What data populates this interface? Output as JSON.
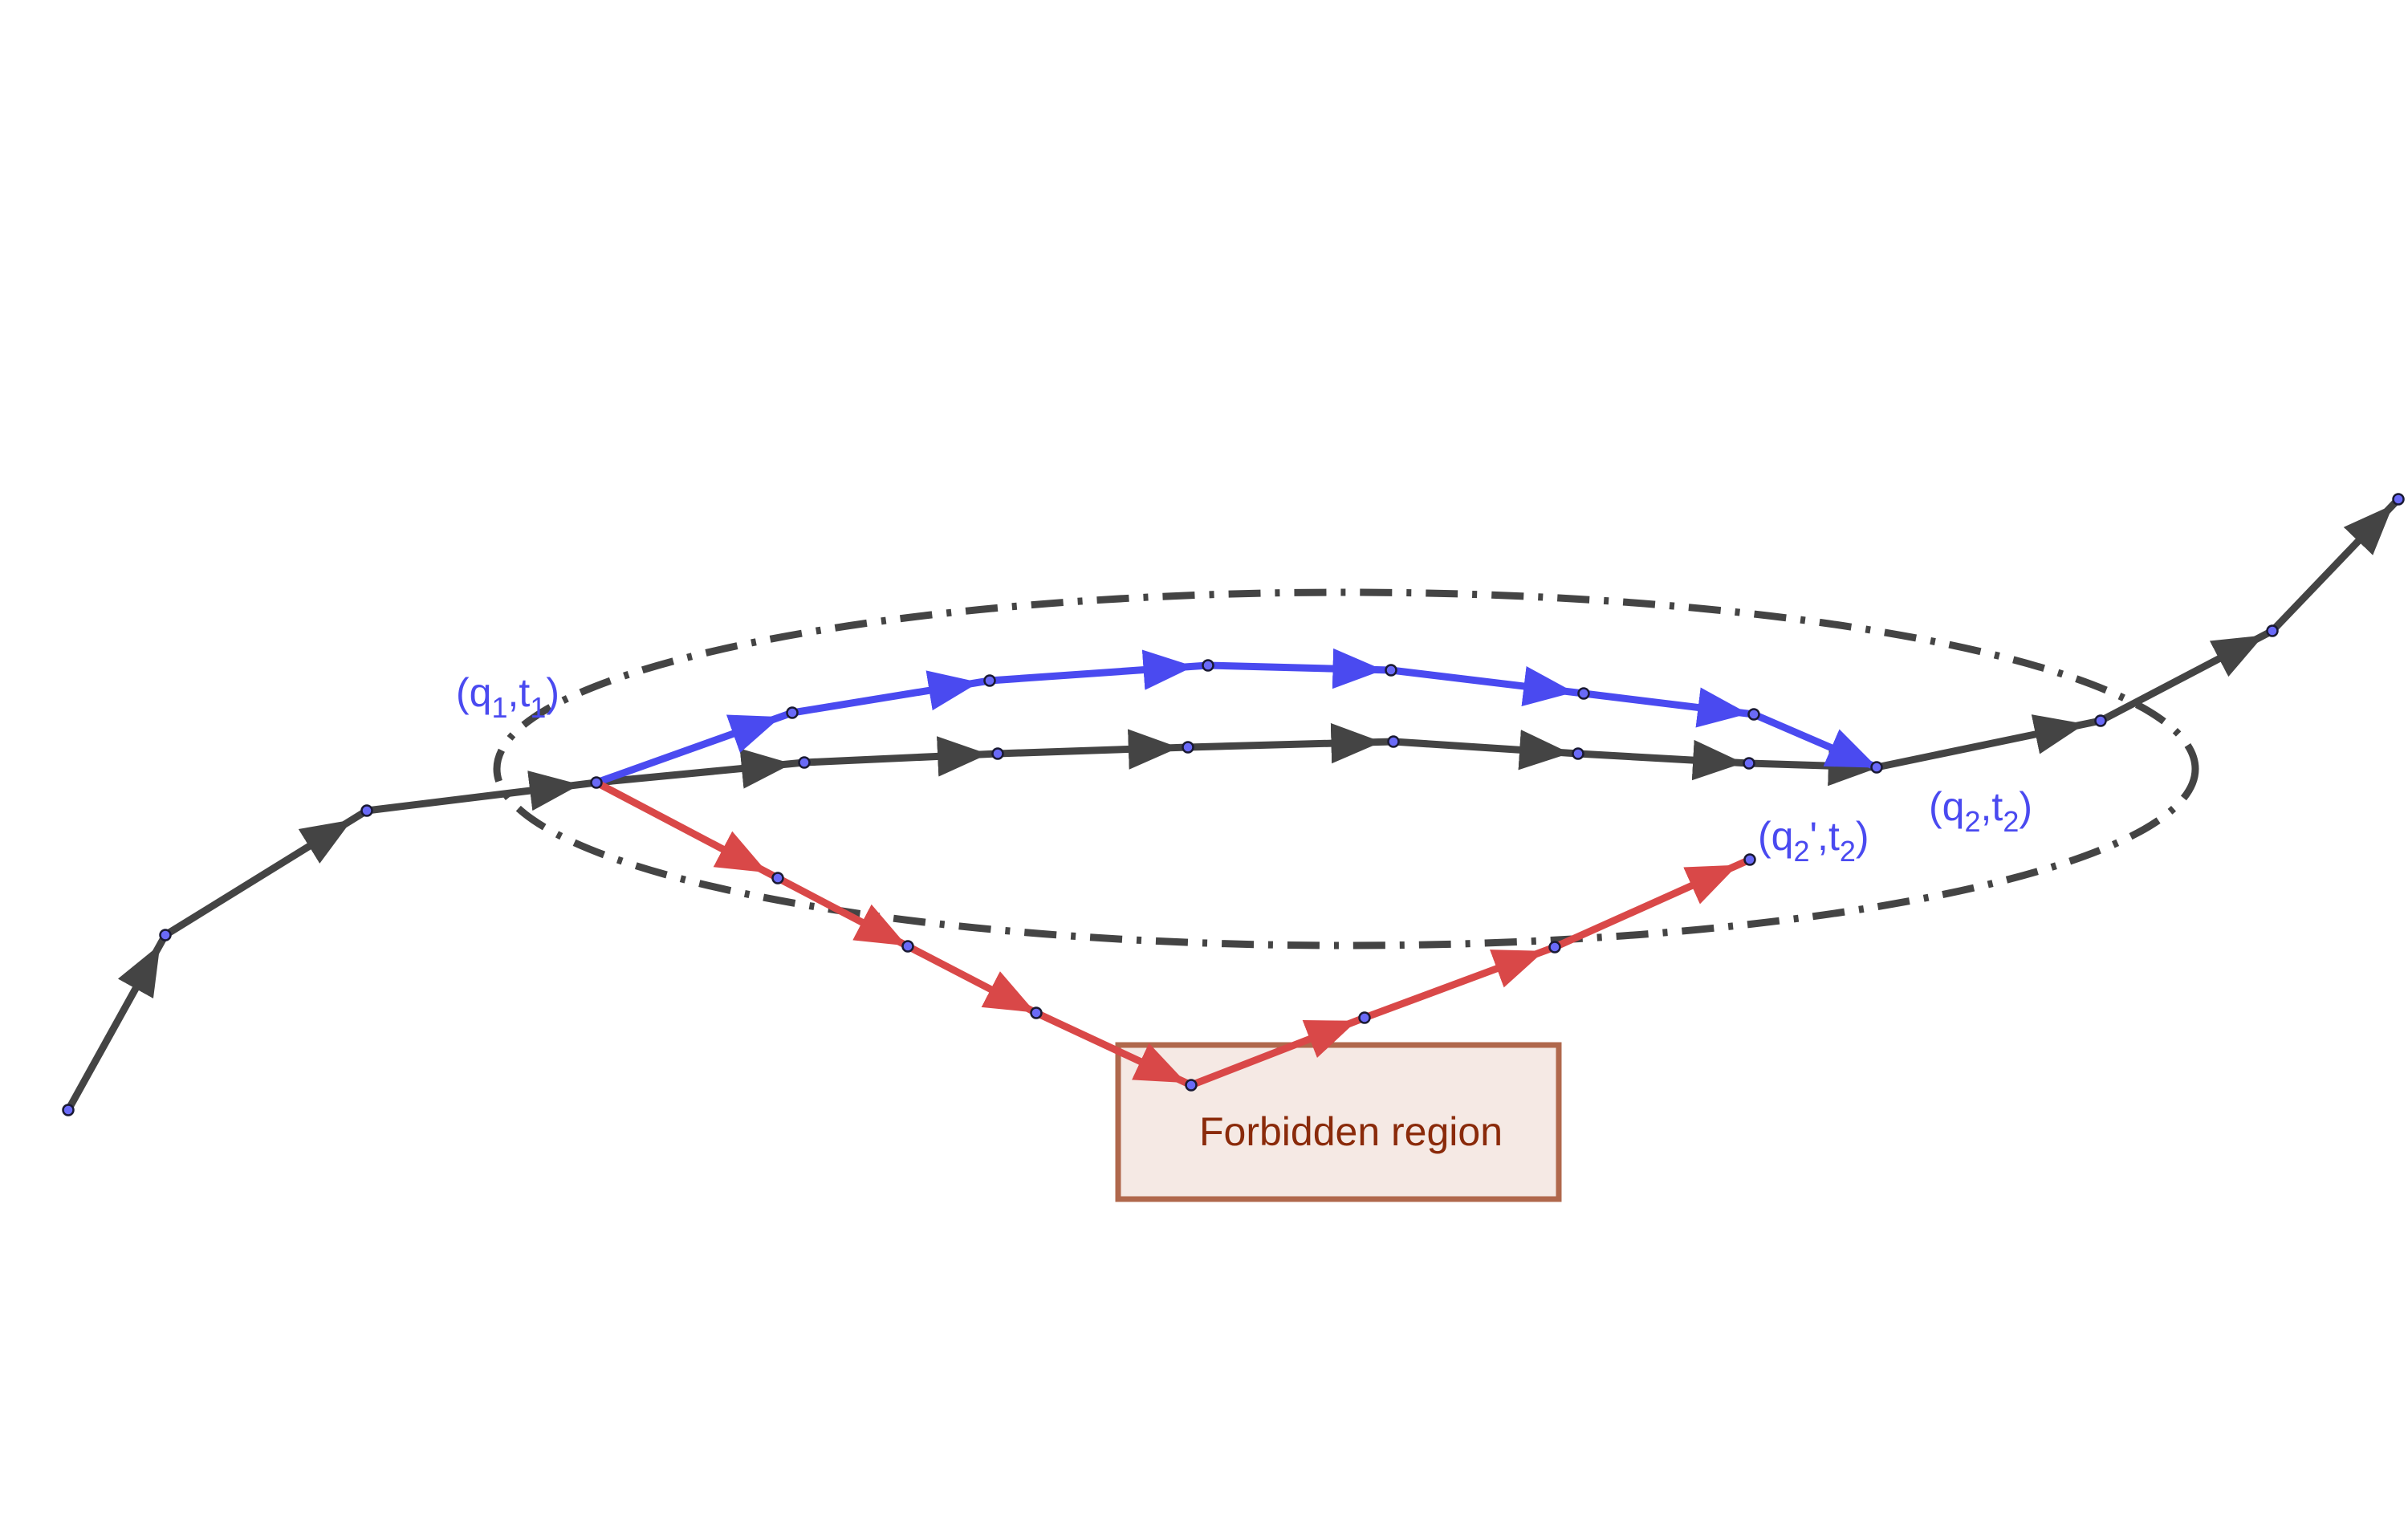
{
  "colors": {
    "main_path": "#444444",
    "alt_path_blue": "#4a4af0",
    "alt_path_red": "#d94848",
    "ellipse": "#444444",
    "node_fill": "#6a6af8",
    "node_stroke": "#1a1a33",
    "label_blue": "#4a4af0",
    "region_fill": "#f5e9e4",
    "region_stroke": "#b0684c",
    "region_text": "#8a2a0a"
  },
  "labels": {
    "start": {
      "q": "q",
      "q_sub": "1",
      "t": "t",
      "t_sub": "1"
    },
    "end": {
      "q": "q",
      "q_sub": "2",
      "t": "t",
      "t_sub": "2"
    },
    "end_alt": {
      "q": "q",
      "q_sub": "2",
      "prime": "'",
      "t": "t",
      "t_sub": "2"
    }
  },
  "forbidden_region": {
    "label": "Forbidden region"
  },
  "icons": {
    "ellipse": "dash-dot-ellipse",
    "node": "circle-node",
    "arrow": "triangle-arrowhead"
  }
}
